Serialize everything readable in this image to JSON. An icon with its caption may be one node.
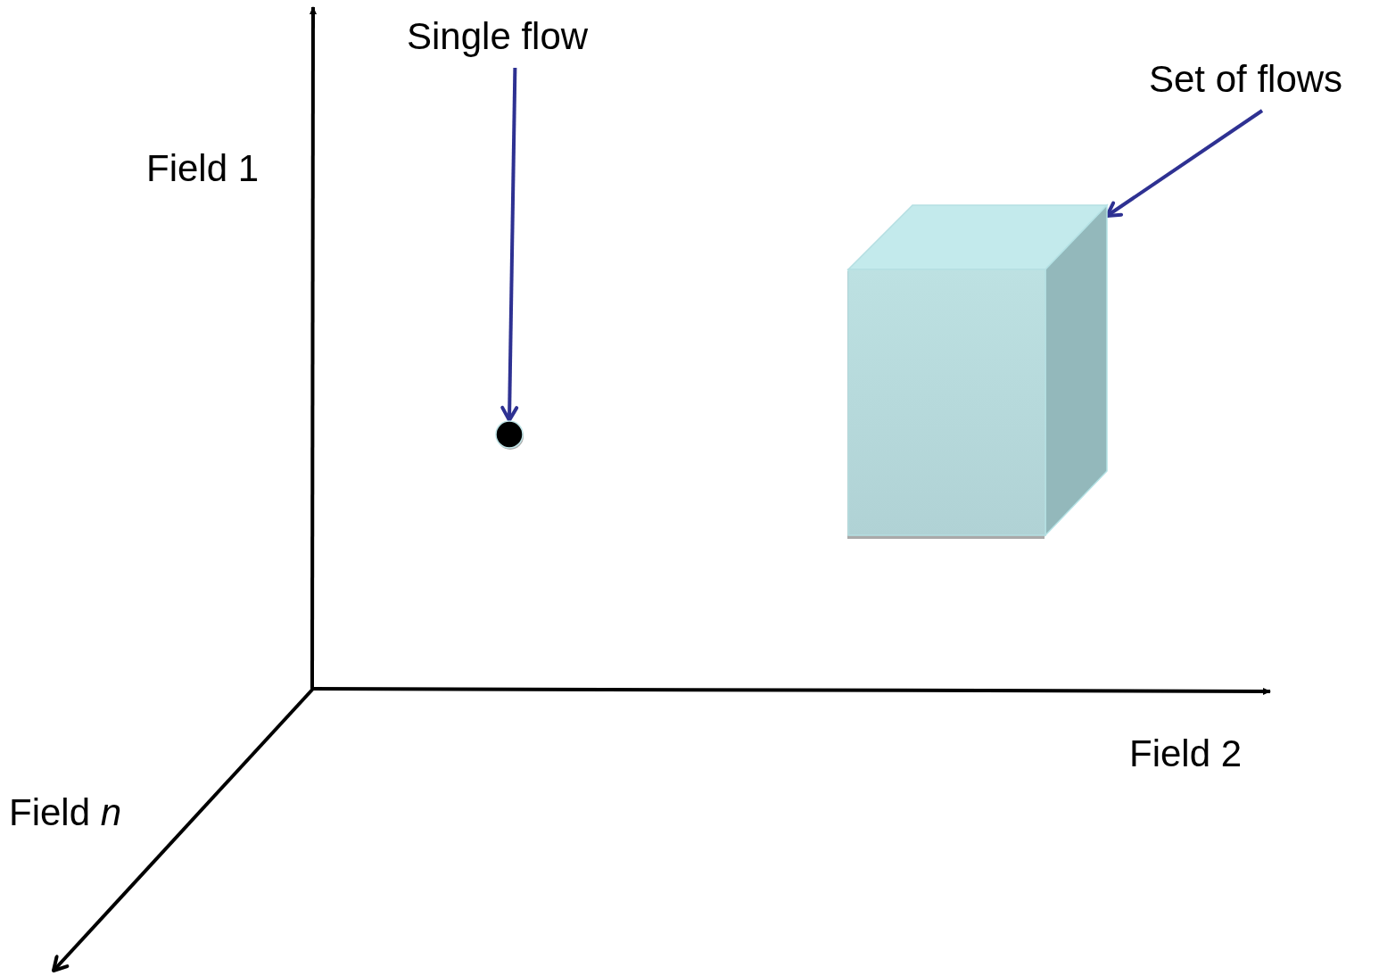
{
  "diagram": {
    "nodes": [
      {
        "text": [
          "Single flow"
        ]
      },
      {
        "text": [],
        "shape": "circle"
      },
      {
        "text": [
          "Set of flows"
        ]
      },
      {
        "text": [],
        "shape": "box"
      }
    ],
    "edges": [
      {
        "from": 0,
        "to": 1,
        "arrow": "to"
      },
      {
        "from": 2,
        "to": 3,
        "arrow": "to"
      }
    ],
    "labels": [
      "Field 1",
      "Field 2",
      "Field *n*"
    ]
  }
}
